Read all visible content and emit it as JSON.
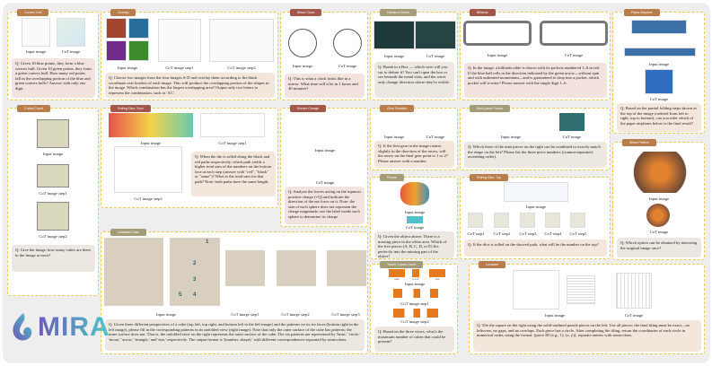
{
  "brand": {
    "name": "MIRA"
  },
  "colors": {
    "border": "#f0c752",
    "tag_brown": "#b97d4b",
    "tag_red": "#a2574a",
    "tag_olive": "#a49c76"
  },
  "panels": {
    "convex": {
      "title": "Convex Hull",
      "captions": [
        "Input image",
        "CoT image"
      ],
      "question": "Q: Given 10 blue points, they form a blue convex hull. Given 10 green points, they form a green convex hull. How many red points fall in the overlapping portion of the blue and green convex hulls? Answer with only one digit."
    },
    "overlay": {
      "title": "Overlay",
      "captions": [
        "Input image",
        "CoT image step1",
        "CoT image step2"
      ],
      "question": "Q: Choose two images from the four images A-D and overlay them according to the black coordinate axis borders of each image. This will produce the overlapping portion of the shapes in the image. Which combination has the largest overlapping area? Output only two letters to represent the combination, such as 'AC'."
    },
    "clock": {
      "title": "Mirror Clock",
      "captions": [
        "Input image",
        "CoT image"
      ],
      "question": "Q: This is what a clock looks like in a mirror. What time will it be in 1 hours and 40 minutes?"
    },
    "bomb": {
      "title": "Defuse A Bomb",
      "captions": [
        "Input image",
        "CoT image"
      ],
      "question": "Q: Bomb in a Box — which wire will you cut to defuse it? You can't open the box or see beneath the metal slats, and the wires only change direction where they're visible."
    },
    "billiards": {
      "title": "Billiards",
      "captions": [
        "Input image",
        "CoT image"
      ],
      "question": "Q: In the image, a billiards table is shown with its pockets numbered 1–6 in red. If the blue ball rolls in the direction indicated by the green arrow—without spin and with unlimited momentum—and is guaranteed to drop into a pocket, which pocket will it enter? Please answer with the single digit 1–6."
    },
    "airplane": {
      "title": "Paper Airplane",
      "captions": [
        "Input image",
        "CoT image"
      ],
      "question": "Q: Based on the partial folding steps shown at the top of the image (ordered from left to right, top to bottom), can you infer which of the paper airplanes below is the final result?"
    },
    "cubes": {
      "title": "Cubes Count",
      "captions": [
        "Input image",
        "CoT image step1",
        "CoT image step2"
      ],
      "question": "Q: Give the image, how many cubes are there in the image at most?"
    },
    "dicesum": {
      "title": "Rolling Dice: Sum",
      "captions": [
        "Input image",
        "CoT image step1",
        "CoT image step2"
      ],
      "question": "Q: When the die is rolled along the black and red paths respectively, which path yields a higher total sum of the numbers on the bottom face at each step (answer with \"red\", \"black\" or \"same\")? What is the total sum for that path? Note: both paths have the same length."
    },
    "charge": {
      "title": "Electro Charge",
      "captions": [
        "Input image",
        "CoT image"
      ],
      "question": "Q: Analyze the forces acting on the topmost positive charge (+Q) and indicate the direction of the net force on it. Note: the size of each sphere does not represent the charge magnitude; use the label inside each sphere to determine its charge."
    },
    "gear": {
      "title": "Gear Rotation",
      "captions": [
        "Input image",
        "CoT image"
      ],
      "question": "Q: If the first gear in the image rotates slightly in the direction of the arrow, will the arrow on the final gear point to 1 or 2? Please answer with a number."
    },
    "multipiece": {
      "title": "Multi-piece Puzzle",
      "captions": [
        "Input image",
        "CoT image"
      ],
      "question": "Q: Which three of the nine pieces on the right can be combined to exactly match the shape on the left? Please list the three piece numbers (comma-separated, ascending order)."
    },
    "mirrorpat": {
      "title": "Mirror Pattern",
      "captions": [
        "Input image",
        "CoT image"
      ],
      "question": "Q: Which option can be obtained by mirroring the original image once?"
    },
    "puzzle": {
      "title": "Puzzle",
      "captions": [
        "Input image",
        "CoT image"
      ],
      "question": "Q: Given the object above. There is a missing piece in the white area. Which of the five pieces (A, B, C, D, or E) fits perfectly into the missing part of the object?"
    },
    "dicetop": {
      "title": "Rolling Dice: Top",
      "captions": [
        "Input image",
        "CoT step1",
        "CoT step2",
        "CoT step3",
        "CoT step4",
        "CoT step5"
      ],
      "question": "Q: If the dice is rolled on the showed path, what will be the number on the top?"
    },
    "unfold": {
      "title": "Unfolded Cube",
      "captions": [
        "Input image",
        "CoT image step1",
        "CoT image step2",
        "CoT image step3"
      ],
      "net_numbers": [
        "1",
        "2",
        "3",
        "4",
        "5"
      ],
      "question": "Q: Given three different perspectives of a cube (top left, top right, and bottom left in the left image) and the patterns on its six faces (bottom right in the left image), please fill in the corresponding patterns in its unfolded view (right image). Note that only the outer surface of the cube has patterns; the inner surface does not. That is, the unfolded view on the right represents the outer surface of the cube. The six patterns are represented by 'heart,' 'circle,' 'moon,' 'arrow,' 'triangle,' and 'star,' respectively. The output format is '(number, shape),' with different correspondences separated by semicolons."
    },
    "toycubes": {
      "title": "Trailer Cubes Count",
      "captions": [
        "Input image",
        "CoT image step1",
        "CoT image step2"
      ],
      "view_labels": [
        "SIDE",
        "BACK",
        "TOP"
      ],
      "question": "Q: Based on the three views, what's the maximum number of cubes that could be present?"
    },
    "localizer": {
      "title": "Localizer",
      "captions": [
        "Input image",
        "CoT image"
      ],
      "question": "Q: Tile the square on the right using the solid-outlined puzzle pieces on the left. Use all pieces; the final tiling must be exact—no leftovers, no gaps, and no overlaps. Each piece has a circle. After completing the tiling, return the coordinates of each circle in numerical order, using the format: [piece ID (e.g., 1), (x, y)], separate entries with semicolons."
    }
  }
}
